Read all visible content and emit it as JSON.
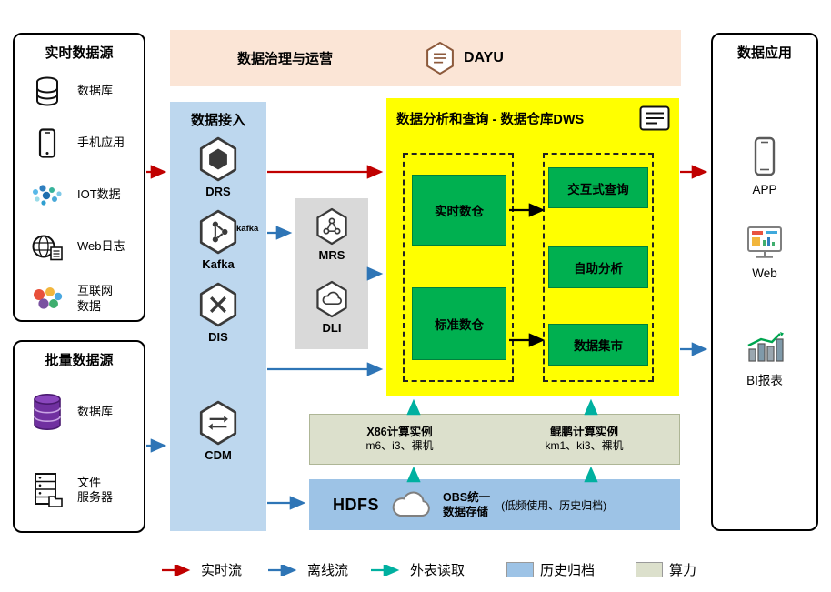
{
  "colors": {
    "realtime_flow": "#C00000",
    "offline_flow": "#2E75B6",
    "external_read": "#00B0A0",
    "archive_fill": "#9DC3E6",
    "compute_fill": "#DCE0CC",
    "governance_fill": "#FBE5D6",
    "access_fill": "#BDD7EE",
    "staging_fill": "#D9D9D9",
    "dws_fill": "#FFFF00",
    "module_green": "#00B050"
  },
  "realtime_sources": {
    "title": "实时数据源",
    "items": [
      {
        "label": "数据库",
        "icon": "database-icon"
      },
      {
        "label": "手机应用",
        "icon": "mobile-icon"
      },
      {
        "label": "IOT数据",
        "icon": "iot-icon"
      },
      {
        "label": "Web日志",
        "icon": "web-log-icon"
      },
      {
        "label": "互联网\n数据",
        "icon": "internet-icon"
      }
    ]
  },
  "batch_sources": {
    "title": "批量数据源",
    "items": [
      {
        "label": "数据库",
        "icon": "database-purple-icon"
      },
      {
        "label": "文件\n服务器",
        "icon": "file-server-icon"
      }
    ]
  },
  "governance": {
    "title": "数据治理与运营",
    "product": "DAYU"
  },
  "access": {
    "title": "数据接入",
    "services": [
      {
        "name": "DRS",
        "icon": "drs-hexagon-icon"
      },
      {
        "name": "Kafka",
        "badge": "kafka",
        "icon": "kafka-hexagon-icon"
      },
      {
        "name": "DIS",
        "icon": "dis-hexagon-icon"
      },
      {
        "name": "CDM",
        "icon": "cdm-hexagon-icon"
      }
    ]
  },
  "staging": {
    "services": [
      {
        "name": "MRS",
        "icon": "mrs-hexagon-icon"
      },
      {
        "name": "DLI",
        "icon": "dli-hexagon-icon"
      }
    ]
  },
  "dws": {
    "title": "数据分析和查询 - 数据仓库DWS",
    "left_modules": [
      "实时数仓",
      "标准数仓"
    ],
    "right_modules": [
      "交互式查询",
      "自助分析",
      "数据集市"
    ]
  },
  "compute": {
    "groups": [
      {
        "title": "X86计算实例",
        "detail": "m6、i3、裸机"
      },
      {
        "title": "鲲鹏计算实例",
        "detail": "km1、ki3、裸机"
      }
    ]
  },
  "storage": {
    "hdfs": "HDFS",
    "obs": "OBS统一\n数据存储",
    "note": "(低频使用、历史归档)"
  },
  "applications": {
    "title": "数据应用",
    "items": [
      {
        "label": "APP",
        "icon": "app-phone-icon"
      },
      {
        "label": "Web",
        "icon": "web-app-icon"
      },
      {
        "label": "BI报表",
        "icon": "bi-report-icon"
      }
    ]
  },
  "legend": {
    "items": [
      {
        "label": "实时流",
        "type": "arrow",
        "color": "#C00000"
      },
      {
        "label": "离线流",
        "type": "arrow",
        "color": "#2E75B6"
      },
      {
        "label": "外表读取",
        "type": "arrow",
        "color": "#00B0A0"
      },
      {
        "label": "历史归档",
        "type": "swatch",
        "color": "#9DC3E6"
      },
      {
        "label": "算力",
        "type": "swatch",
        "color": "#DCE0CC"
      }
    ]
  }
}
